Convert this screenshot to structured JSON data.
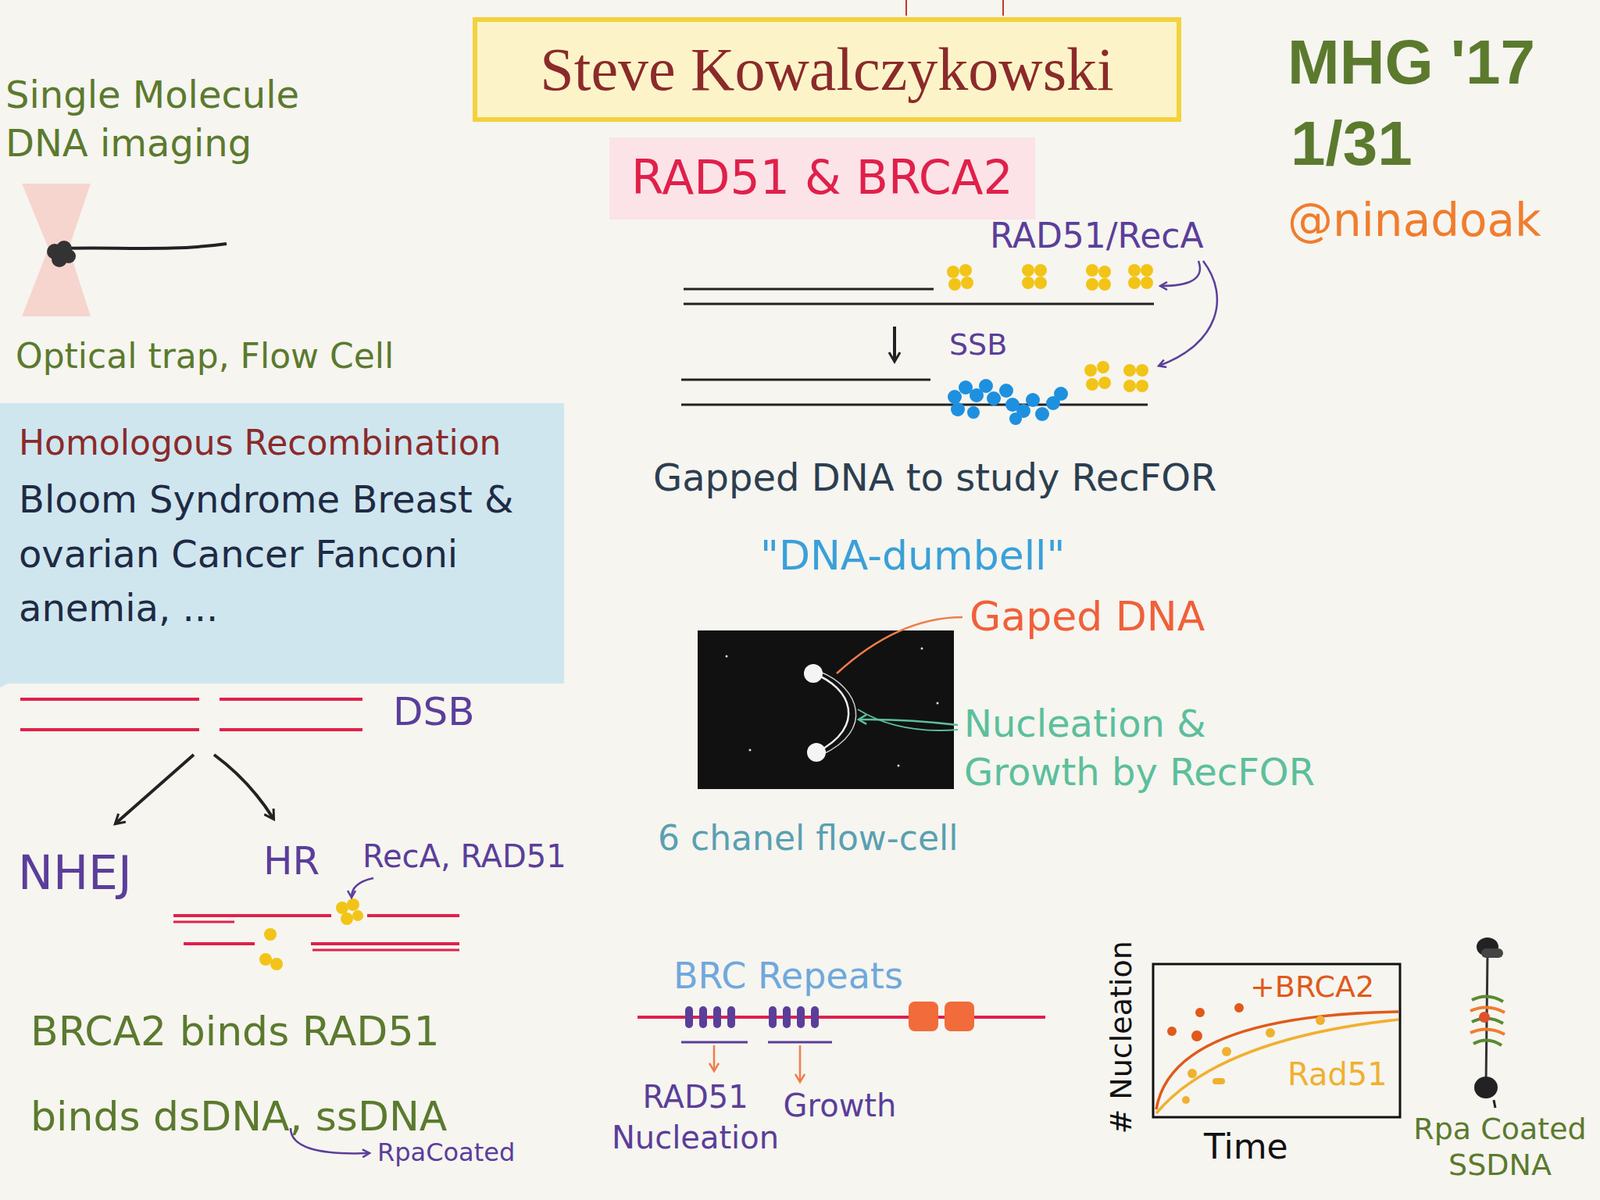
{
  "diagram": {
    "title": "Steve Kowalczykowski",
    "nodes": [
      {
        "text": [
          "RAD51 & BRCA2"
        ]
      },
      {
        "text": [
          "Homologous Recombination",
          "Bloom Syndrome Breast & ovarian Cancer Fanconi anemia, ..."
        ]
      }
    ],
    "labels": [
      "MHG '17",
      "1/31",
      "@ninadoak",
      "Single Molecule DNA imaging",
      "Optical trap, Flow Cell",
      "RAD51/RecA",
      "SSB",
      "Gapped DNA to study RecFOR",
      "\"DNA-dumbell\"",
      "Gaped DNA",
      "Nucleation & Growth by RecFOR",
      "6 chanel flow-cell",
      "DSB",
      "NHEJ",
      "HR",
      "RecA, RAD51",
      "BRCA2 binds RAD51 binds dsDNA, ssDNA",
      "RpaCoated",
      "BRC Repeats",
      "RAD51 Nucleation",
      "Growth",
      "# Nucleation",
      "Time",
      "+BRCA2",
      "Rad51",
      "Rpa Coated SSDNA"
    ]
  }
}
